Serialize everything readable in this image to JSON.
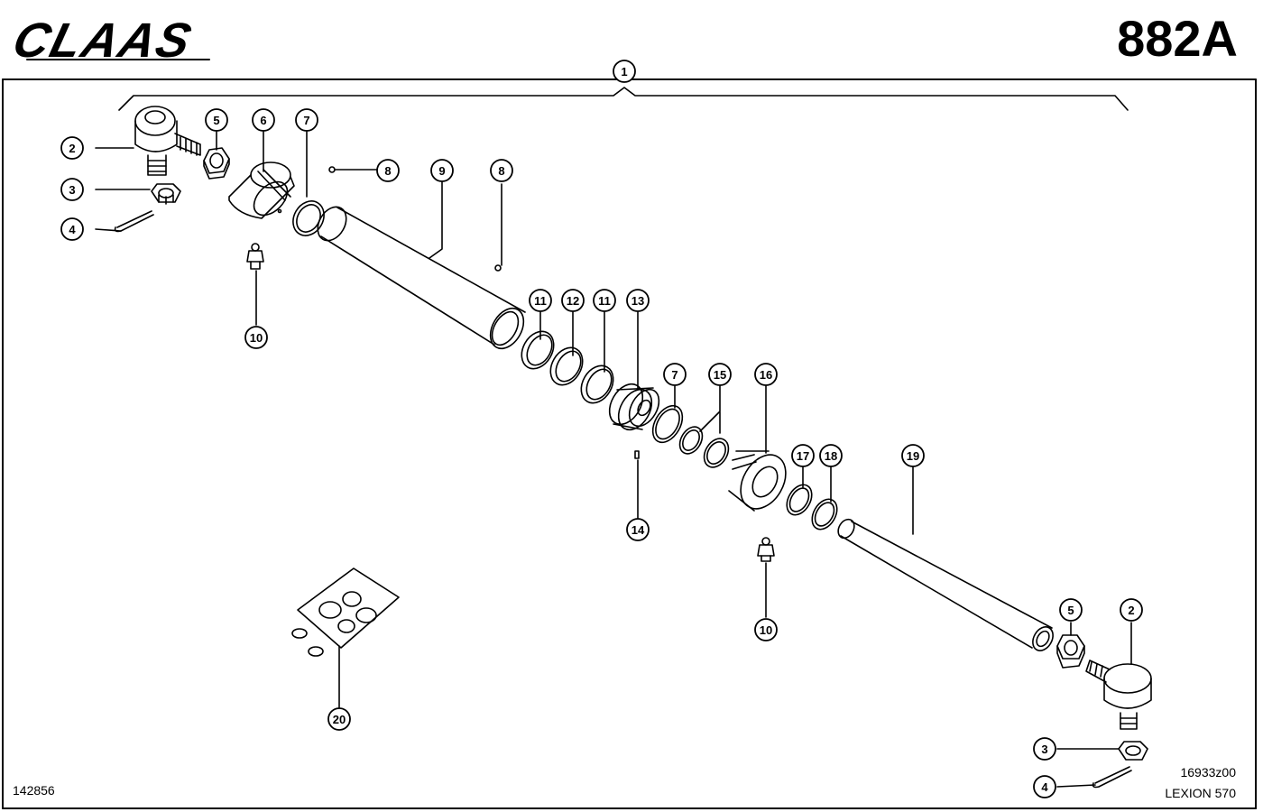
{
  "header": {
    "brand": "CLAAS",
    "page_number": "882A"
  },
  "footer": {
    "figure_id": "142856",
    "drawing_ref": "16933z00",
    "model": "LEXION 570"
  },
  "callouts": {
    "c1": "1",
    "c2a": "2",
    "c2b": "2",
    "c3a": "3",
    "c3b": "3",
    "c4a": "4",
    "c4b": "4",
    "c5a": "5",
    "c5b": "5",
    "c6": "6",
    "c7a": "7",
    "c7b": "7",
    "c8a": "8",
    "c8b": "8",
    "c9": "9",
    "c10a": "10",
    "c10b": "10",
    "c11a": "11",
    "c11b": "11",
    "c12": "12",
    "c13": "13",
    "c14": "14",
    "c15": "15",
    "c16": "16",
    "c17": "17",
    "c18": "18",
    "c19": "19",
    "c20": "20"
  }
}
